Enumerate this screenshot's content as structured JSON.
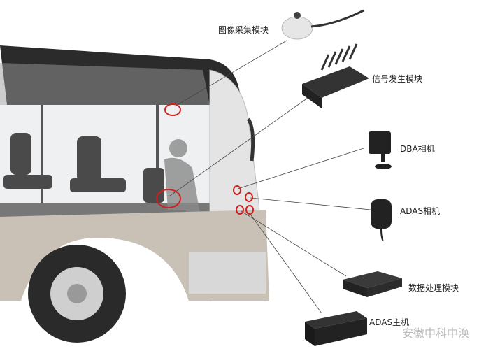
{
  "labels": {
    "image_capture": "图像采集模块",
    "signal_generator": "信号发生模块",
    "dba_camera": "DBA相机",
    "adas_camera": "ADAS相机",
    "data_processing": "数据处理模块",
    "adas_host": "ADAS主机"
  },
  "watermark": "安徽中科中涣",
  "colors": {
    "highlight": "#d22020",
    "bus_body": "#c9c0b6",
    "leader": "#444444"
  }
}
